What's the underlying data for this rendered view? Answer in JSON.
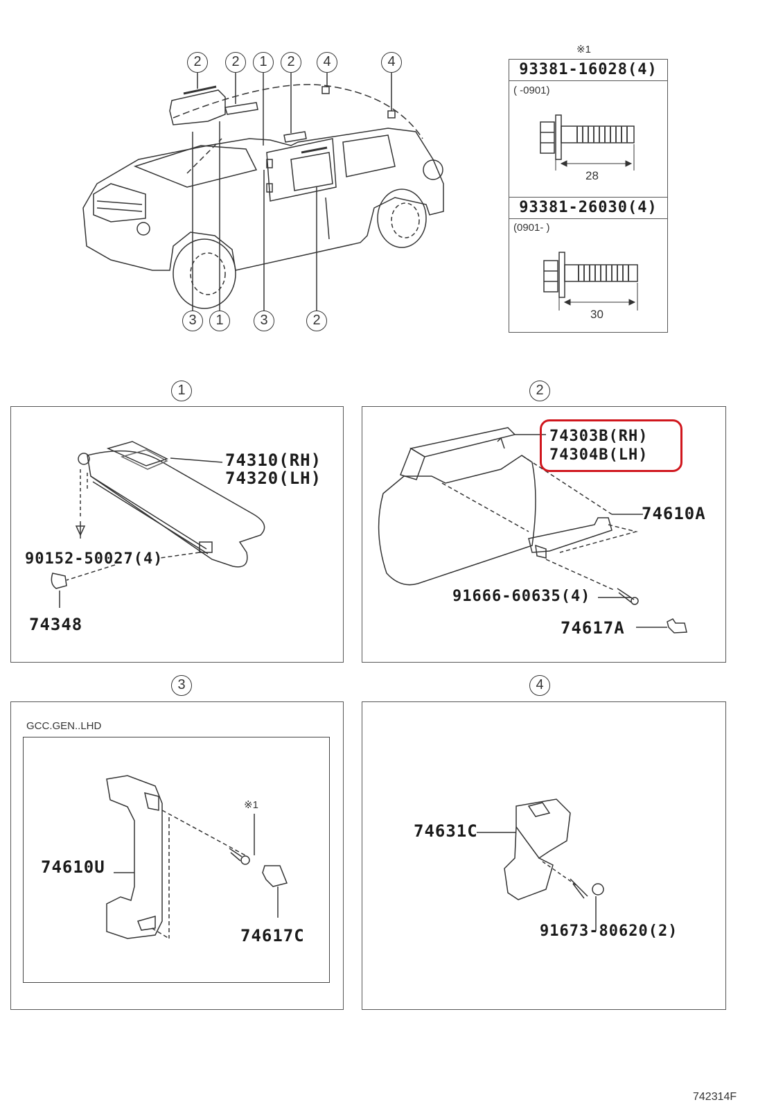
{
  "diagram": {
    "figure_id": "742314F",
    "overview": {
      "callouts_top": [
        "2",
        "2",
        "1",
        "2",
        "4",
        "4"
      ],
      "callouts_bottom": [
        "3",
        "1",
        "3",
        "2"
      ]
    },
    "bolt_reference": {
      "marker": "※1",
      "bolts": [
        {
          "part_no": "93381-16028(4)",
          "range": "(    -0901)",
          "length": "28"
        },
        {
          "part_no": "93381-26030(4)",
          "range": "(0901-    )",
          "length": "30"
        }
      ]
    },
    "panels": [
      {
        "number": "1",
        "parts": [
          {
            "line1": "74310(RH)",
            "line2": "74320(LH)"
          },
          {
            "label": "90152-50027(4)"
          },
          {
            "label": "74348"
          }
        ]
      },
      {
        "number": "2",
        "highlighted": {
          "line1": "74303B(RH)",
          "line2": "74304B(LH)"
        },
        "parts": [
          {
            "label": "74610A"
          },
          {
            "label": "91666-60635(4)"
          },
          {
            "label": "74617A"
          }
        ]
      },
      {
        "number": "3",
        "condition": "GCC.GEN..LHD",
        "parts": [
          {
            "label": "74610U"
          },
          {
            "label": "※1"
          },
          {
            "label": "74617C"
          }
        ]
      },
      {
        "number": "4",
        "parts": [
          {
            "label": "74631C"
          },
          {
            "label": "91673-80620(2)"
          }
        ]
      }
    ],
    "colors": {
      "highlight": "#d0161d",
      "line": "#333333"
    }
  }
}
